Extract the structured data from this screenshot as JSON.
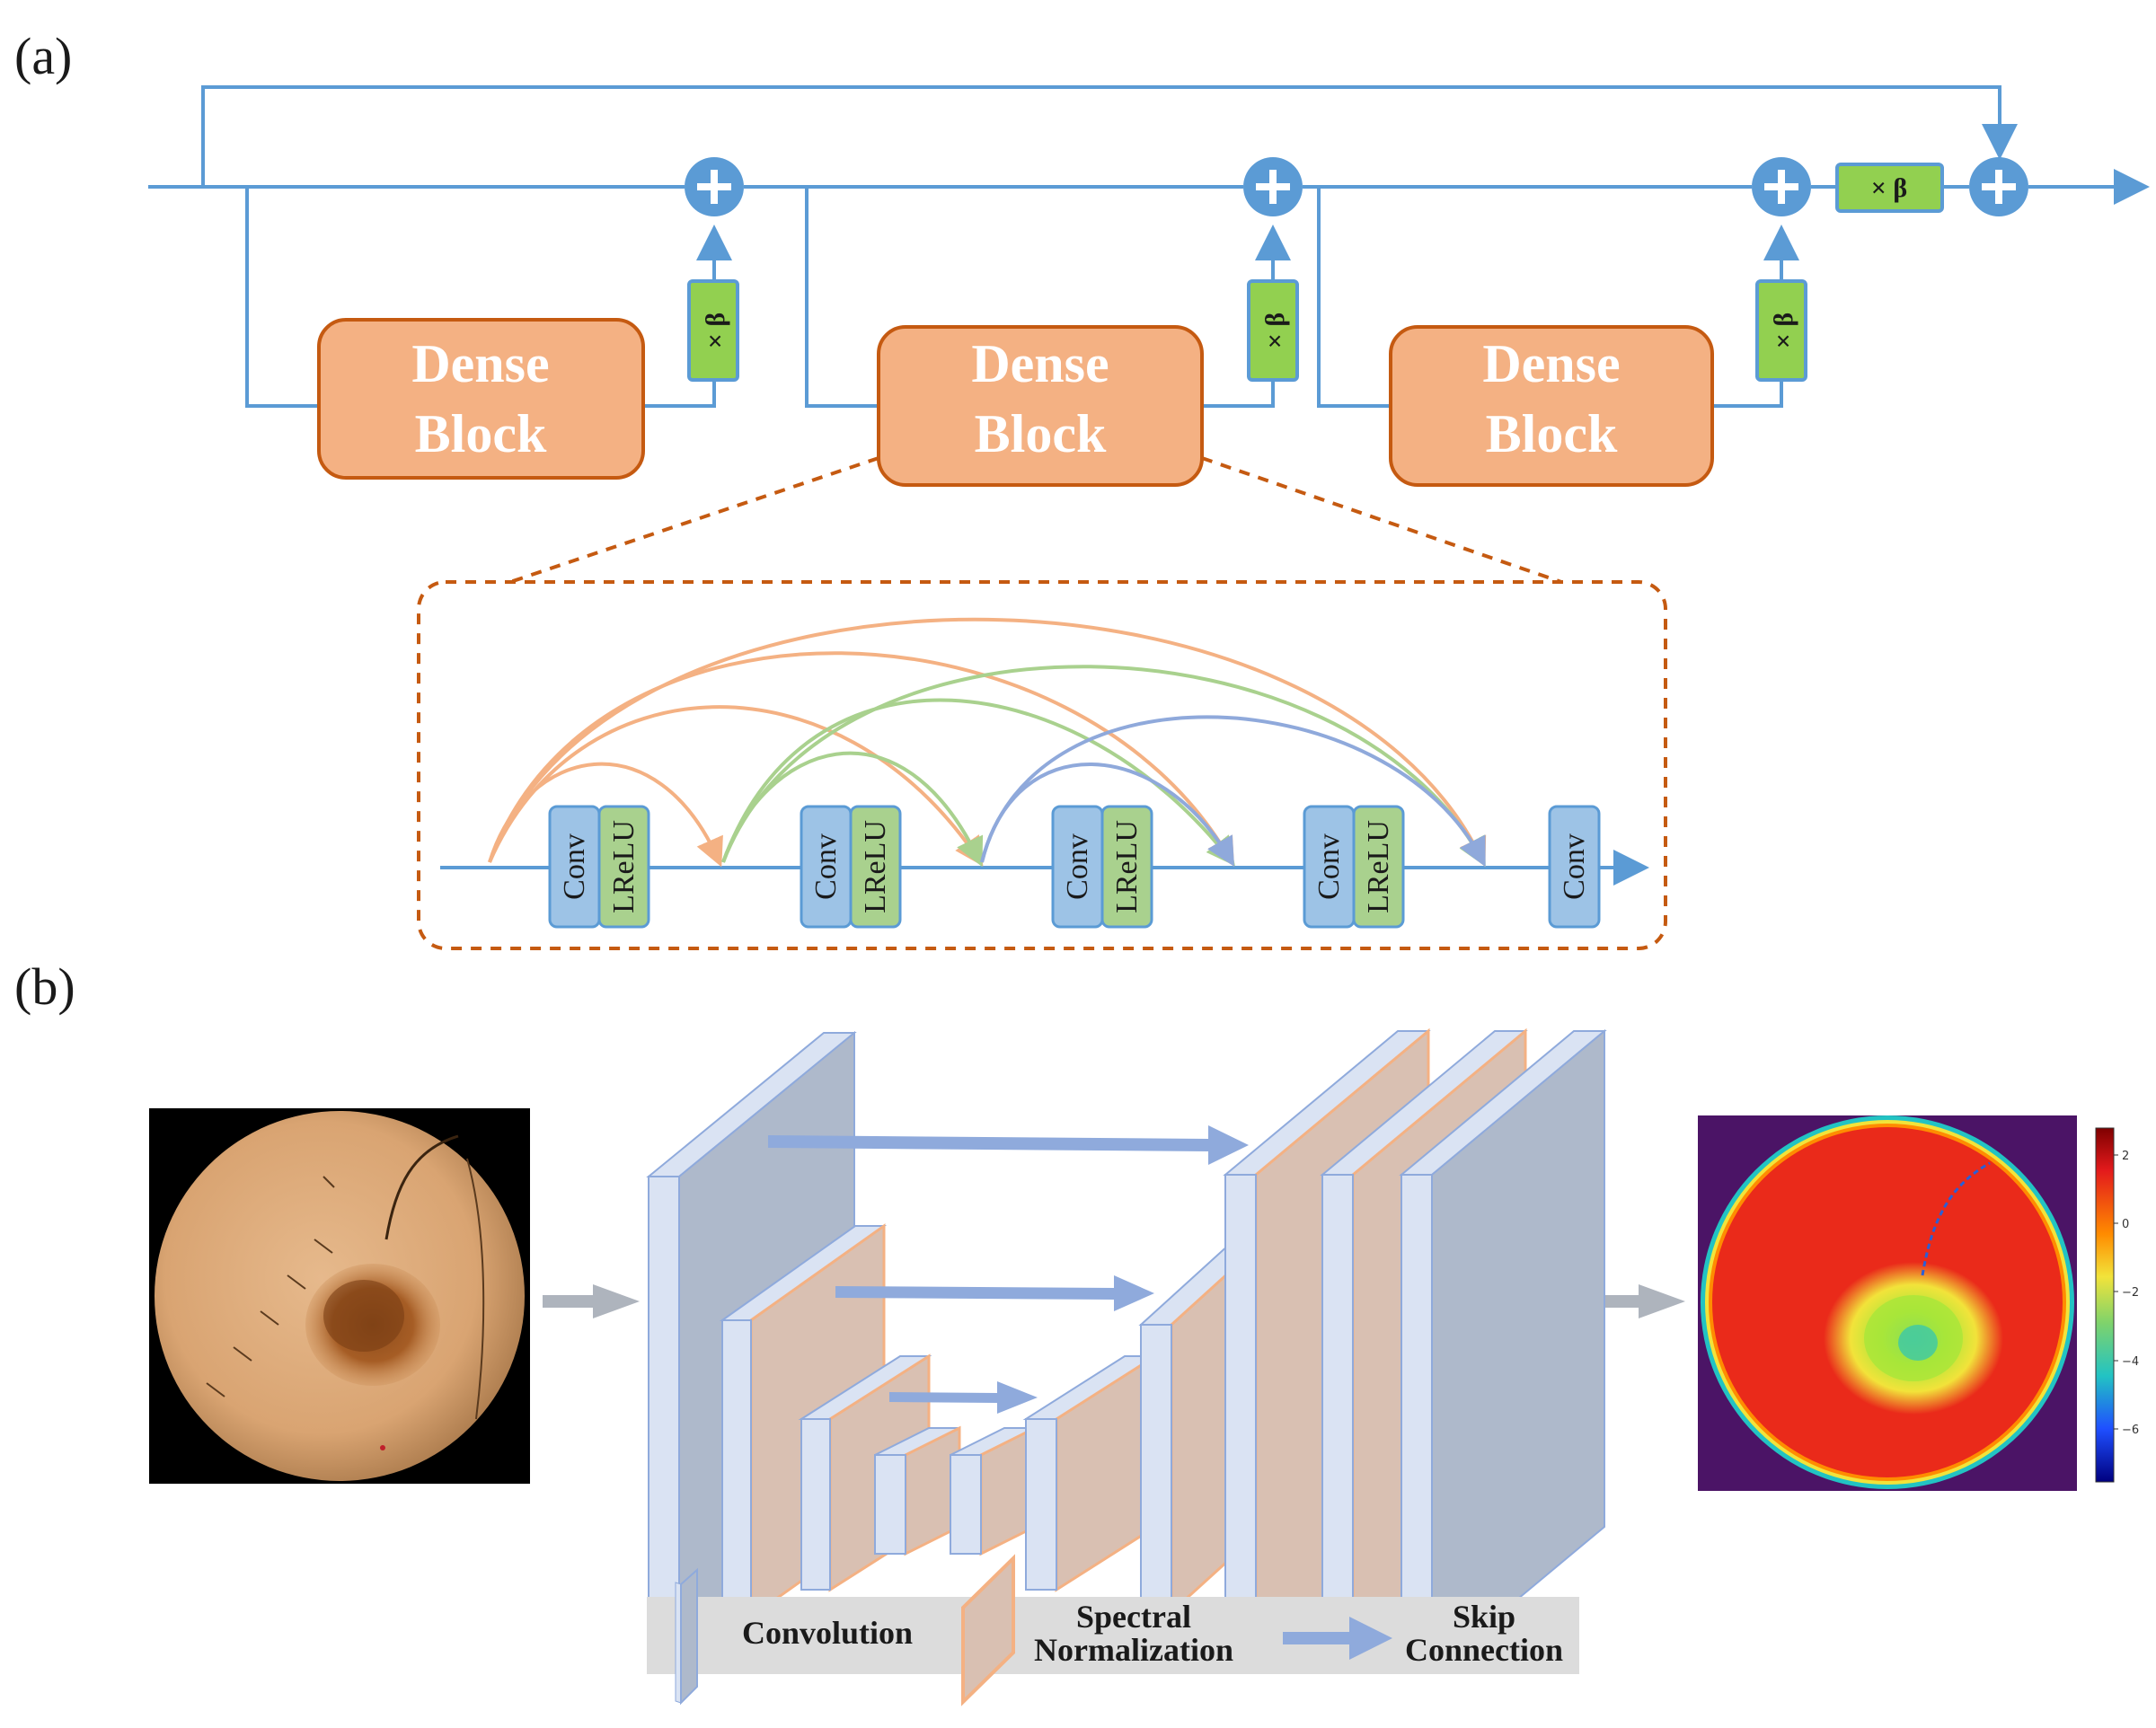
{
  "panel_a_label": "(a)",
  "panel_b_label": "(b)",
  "dense_blocks": [
    {
      "line1": "Dense",
      "line2": "Block"
    },
    {
      "line1": "Dense",
      "line2": "Block"
    },
    {
      "line1": "Dense",
      "line2": "Block"
    }
  ],
  "beta_label": "× β",
  "plus_symbol": "+",
  "inner_ops": [
    {
      "conv": "Conv",
      "act": "LReLU"
    },
    {
      "conv": "Conv",
      "act": "LReLU"
    },
    {
      "conv": "Conv",
      "act": "LReLU"
    },
    {
      "conv": "Conv",
      "act": "LReLU"
    }
  ],
  "final_conv": "Conv",
  "legend": {
    "convolution": "Convolution",
    "spectral_line1": "Spectral",
    "spectral_line2": "Normalization",
    "skip_line1": "Skip",
    "skip_line2": "Connection"
  },
  "colorbar_ticks": [
    "2",
    "0",
    "−2",
    "−4",
    "−6"
  ],
  "colors": {
    "line_blue": "#5b9bd5",
    "dense_block_fill": "#f4b183",
    "dense_block_stroke": "#c55a11",
    "beta_fill": "#92d050",
    "conv_fill": "#9dc3e6",
    "lrelu_fill": "#a9d18e",
    "arc_orange": "#f4b183",
    "arc_green": "#a9d18e",
    "arc_blue": "#8fa9db",
    "layer_front": "#dae3f3",
    "layer_side": "#aeb9cb",
    "spectral_fill": "#d9c0b2",
    "spectral_stroke": "#f4b183",
    "skip_arrow": "#8faadc",
    "gray_arrow": "#aeb4bd"
  }
}
